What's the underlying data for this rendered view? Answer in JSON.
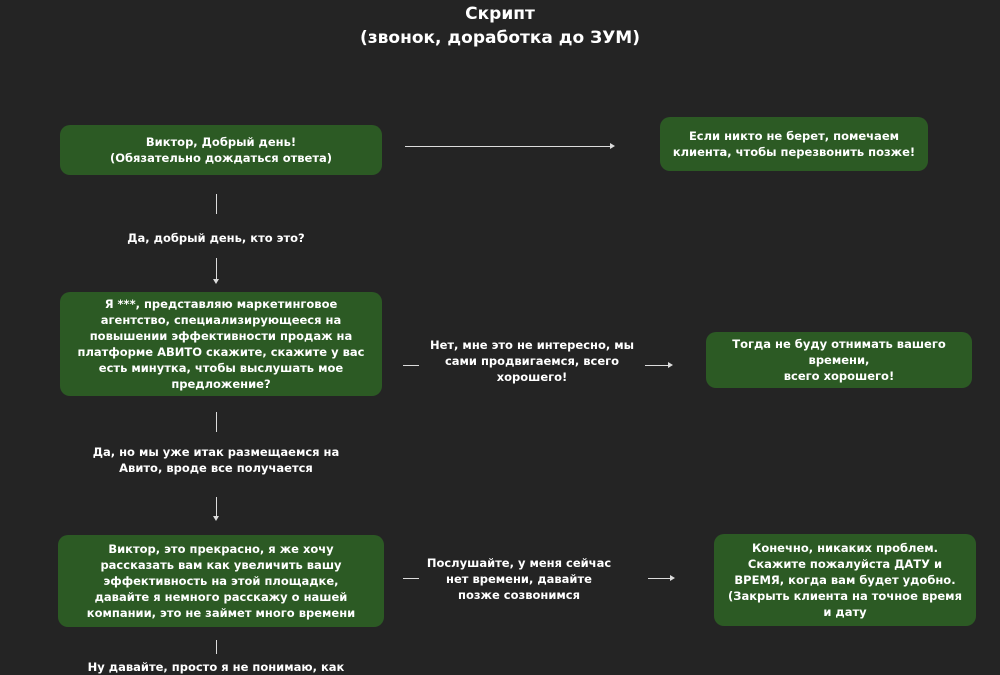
{
  "title": {
    "line1": "Скрипт",
    "line2": "(звонок, доработка до ЗУМ)"
  },
  "boxes": {
    "greeting": "Виктор, Добрый день!\n(Обязательно дождаться ответа)",
    "no_answer": "Если никто не берет, помечаем\nклиента, чтобы перезвонить позже!",
    "intro": "Я ***, представляю маркетинговое\nагентство, специализирующееся на\nповышении эффективности продаж на\nплатформе АВИТО скажите, скажите у вас\nесть минутка, чтобы выслушать мое\nпредложение?",
    "goodbye": "Тогда не буду отнимать вашего\nвремени,\nвсего хорошего!",
    "pitch": "Виктор, это прекрасно, я же хочу\nрассказать вам как увеличить вашу\nэффективность на этой площадке,\nдавайте я немного расскажу о нашей\nкомпании, это не займет много времени",
    "schedule": "Конечно, никаких проблем.\nСкажите пожалуйста ДАТУ и\nВРЕМЯ, когда вам будет удобно.\n(Закрыть клиента на точное время\nи дату"
  },
  "labels": {
    "who_is_it": "Да, добрый день, кто это?",
    "not_interested": "Нет, мне это не интересно, мы\nсами продвигаемся, всего\nхорошего!",
    "already_on_avito": "Да, но мы уже итак размещаемся на\nАвито, вроде все получается",
    "no_time": "Послушайте, у меня сейчас\nнет времени, давайте\nпозже созвонимся",
    "bottom_cut": "Ну давайте, просто я не понимаю, как"
  },
  "colors": {
    "background": "#242424",
    "box_fill": "#2c5a24",
    "text": "#ffffff",
    "connector": "#dcdcdc"
  }
}
